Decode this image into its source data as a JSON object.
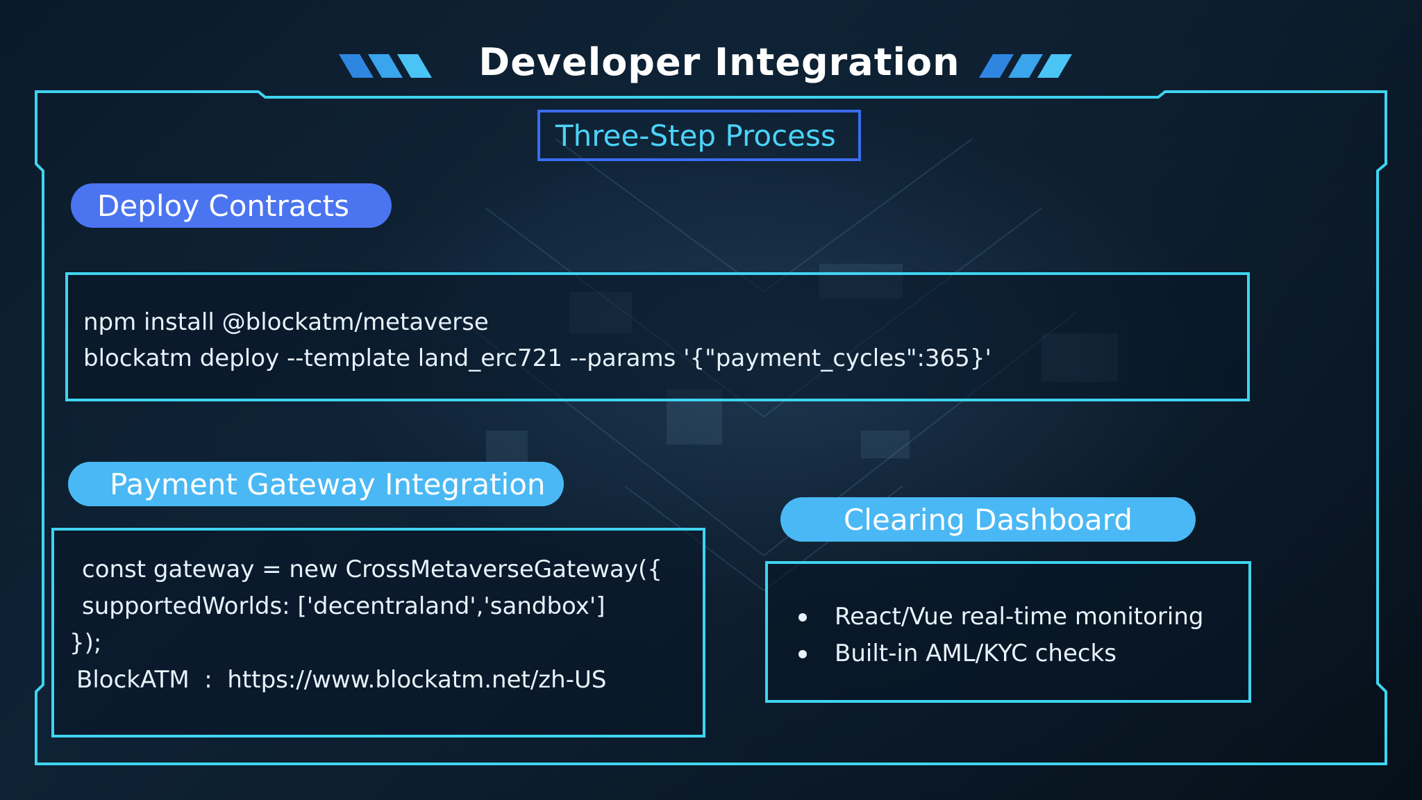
{
  "title": "Developer Integration",
  "process_label": "Three-Step Process",
  "steps": {
    "deploy": {
      "label": "Deploy Contracts",
      "code": [
        "npm install @blockatm/metaverse",
        "blockatm deploy --template land_erc721 --params '{\"payment_cycles\":365}'"
      ]
    },
    "gateway": {
      "label": "Payment Gateway Integration",
      "code": [
        "const gateway = new CrossMetaverseGateway({",
        "supportedWorlds: ['decentraland','sandbox']",
        "});",
        "BlockATM  :  https://www.blockatm.net/zh-US"
      ]
    },
    "dashboard": {
      "label": "Clearing Dashboard",
      "bullets": [
        "React/Vue real-time monitoring",
        "Built-in AML/KYC checks"
      ]
    }
  },
  "colors": {
    "frame": "#3fd4f0",
    "accent_blue": "#4b74f0",
    "accent_cyan": "#4ab8f4",
    "process_text": "#4ad4f8"
  }
}
